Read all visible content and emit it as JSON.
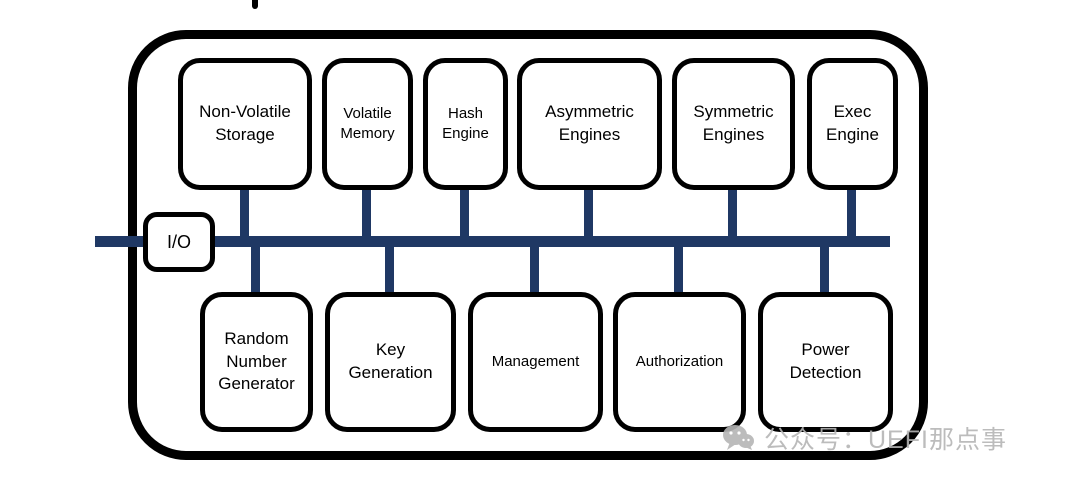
{
  "diagram": {
    "io_label": "I/O",
    "top_row": [
      {
        "label": "Non-Volatile Storage"
      },
      {
        "label": "Volatile Memory"
      },
      {
        "label": "Hash Engine"
      },
      {
        "label": "Asymmetric Engines"
      },
      {
        "label": "Symmetric Engines"
      },
      {
        "label": "Exec Engine"
      }
    ],
    "bottom_row": [
      {
        "label": "Random Number Generator"
      },
      {
        "label": "Key Generation"
      },
      {
        "label": "Management"
      },
      {
        "label": "Authorization"
      },
      {
        "label": "Power Detection"
      }
    ],
    "colors": {
      "bus": "#1f3864",
      "box_border": "#000000",
      "background": "#ffffff"
    }
  },
  "watermark": {
    "text": "公众号：UEFI那点事",
    "icon": "wechat-icon",
    "color": "#b5b5b5"
  }
}
